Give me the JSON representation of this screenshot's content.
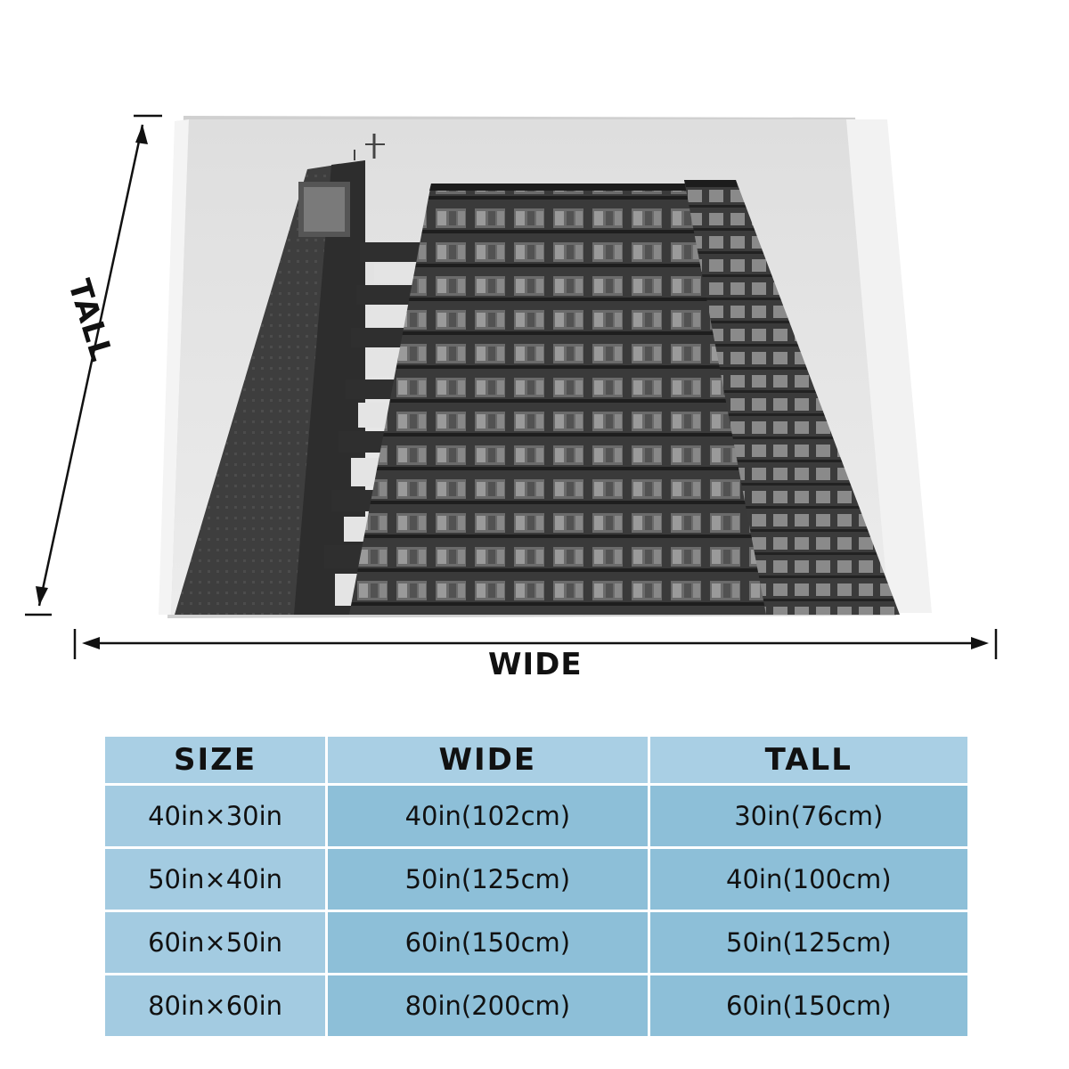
{
  "labels": {
    "tall": "TALL",
    "wide": "WIDE"
  },
  "table": {
    "headers": [
      "SIZE",
      "WIDE",
      "TALL"
    ],
    "rows": [
      [
        "40in×30in",
        "40in(102cm)",
        "30in(76cm)"
      ],
      [
        "50in×40in",
        "50in(125cm)",
        "40in(100cm)"
      ],
      [
        "60in×50in",
        "60in(150cm)",
        "50in(125cm)"
      ],
      [
        "80in×60in",
        "80in(200cm)",
        "60in(150cm)"
      ]
    ]
  },
  "colors": {
    "header_bg": "#a9cfe4",
    "col0_bg": "#a3cbe1",
    "body_bg": "#8dbfd8",
    "text": "#111111"
  }
}
